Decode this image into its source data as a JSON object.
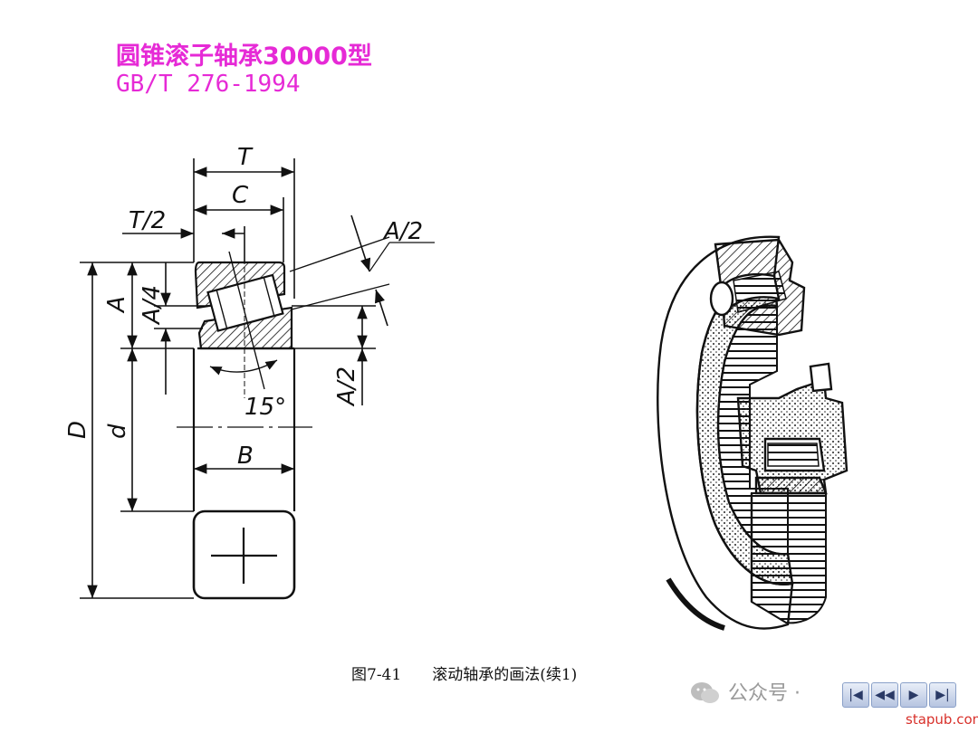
{
  "header": {
    "title_line1": "圆锥滚子轴承30000型",
    "title_line2": "GB/T 276-1994",
    "color": "#e62ad6"
  },
  "diagram": {
    "labels": {
      "T": "T",
      "C": "C",
      "T_half": "T/2",
      "A_half_top": "A/2",
      "A": "A",
      "A_quarter": "A/4",
      "A_half_right": "A/2",
      "angle": "15°",
      "D": "D",
      "d": "d",
      "B": "B"
    }
  },
  "caption": {
    "number": "图7-41",
    "text": "滚动轴承的画法(续1)"
  },
  "watermark": {
    "text": "公众号 ·",
    "icon": "wechat-icon"
  },
  "nav": {
    "first": "|◀",
    "prev": "◀◀",
    "next": "▶",
    "last": "▶|"
  },
  "footer": {
    "site": "stapub.com",
    "color": "#d8302a"
  }
}
